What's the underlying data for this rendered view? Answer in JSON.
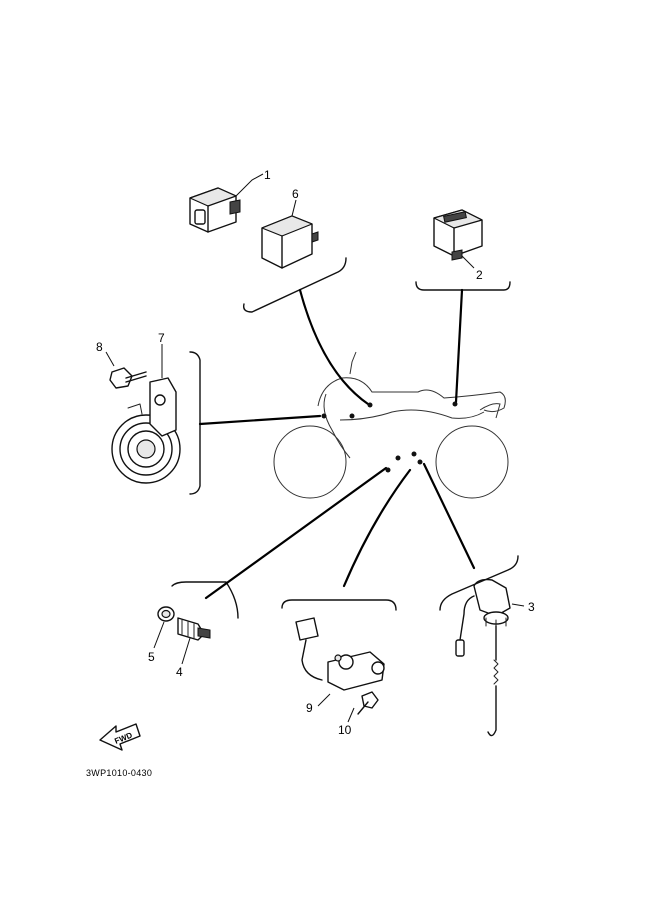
{
  "diagram": {
    "code": "3WP1010-0430",
    "fwd_label": "FWD",
    "callouts": [
      {
        "id": "1",
        "label": "1"
      },
      {
        "id": "2",
        "label": "2"
      },
      {
        "id": "3",
        "label": "3"
      },
      {
        "id": "4",
        "label": "4"
      },
      {
        "id": "5",
        "label": "5"
      },
      {
        "id": "6",
        "label": "6"
      },
      {
        "id": "7",
        "label": "7"
      },
      {
        "id": "8",
        "label": "8"
      },
      {
        "id": "9",
        "label": "9"
      },
      {
        "id": "10",
        "label": "10"
      }
    ]
  }
}
